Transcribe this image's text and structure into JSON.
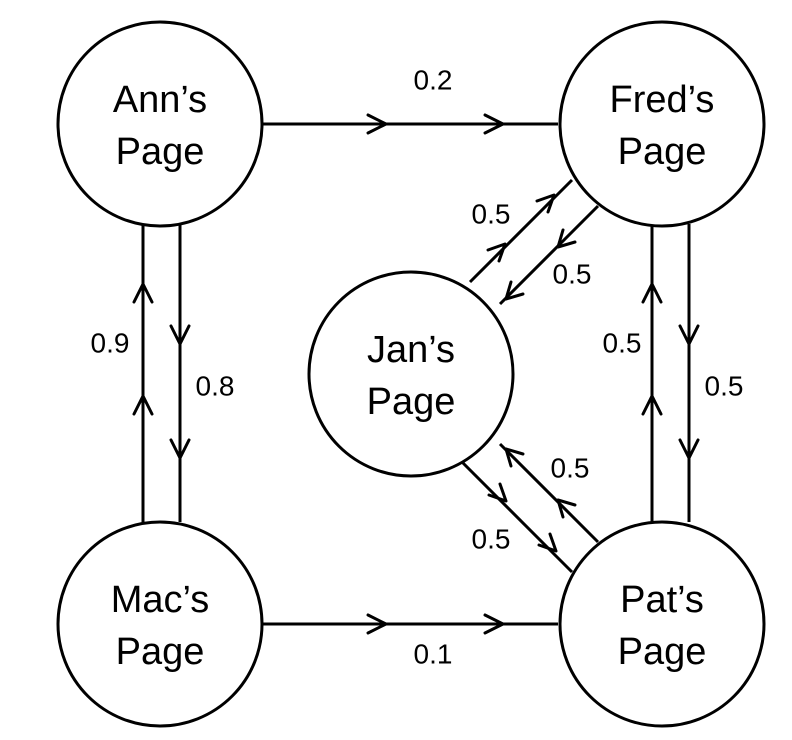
{
  "nodes": {
    "ann": {
      "line1": "Ann’s",
      "line2": "Page"
    },
    "fred": {
      "line1": "Fred’s",
      "line2": "Page"
    },
    "jan": {
      "line1": "Jan’s",
      "line2": "Page"
    },
    "mac": {
      "line1": "Mac’s",
      "line2": "Page"
    },
    "pat": {
      "line1": "Pat’s",
      "line2": "Page"
    }
  },
  "edges": {
    "ann_to_fred": {
      "from": "Ann’s Page",
      "to": "Fred’s Page",
      "weight": "0.2"
    },
    "ann_to_mac": {
      "from": "Ann’s Page",
      "to": "Mac’s Page",
      "weight": "0.8"
    },
    "mac_to_ann": {
      "from": "Mac’s Page",
      "to": "Ann’s Page",
      "weight": "0.9"
    },
    "mac_to_pat": {
      "from": "Mac’s Page",
      "to": "Pat’s Page",
      "weight": "0.1"
    },
    "jan_to_fred": {
      "from": "Jan’s Page",
      "to": "Fred’s Page",
      "weight": "0.5"
    },
    "fred_to_jan": {
      "from": "Fred’s Page",
      "to": "Jan’s Page",
      "weight": "0.5"
    },
    "fred_to_pat": {
      "from": "Fred’s Page",
      "to": "Pat’s Page",
      "weight": "0.5"
    },
    "pat_to_fred": {
      "from": "Pat’s Page",
      "to": "Fred’s Page",
      "weight": "0.5"
    },
    "pat_to_jan": {
      "from": "Pat’s Page",
      "to": "Jan’s Page",
      "weight": "0.5"
    },
    "jan_to_pat": {
      "from": "Jan’s Page",
      "to": "Pat’s Page",
      "weight": "0.5"
    }
  }
}
